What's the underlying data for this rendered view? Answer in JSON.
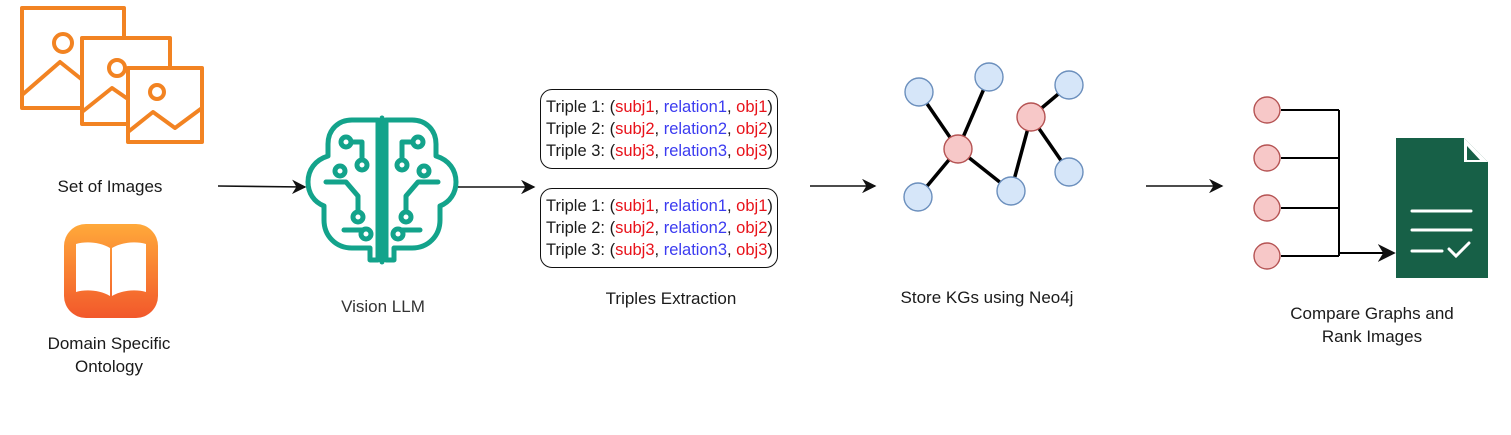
{
  "colors": {
    "accent_orange": "#f28322",
    "llm_teal": "#13a38b",
    "node_blue": "#d6e6f9",
    "node_red": "#f7c8c8",
    "doc_green": "#176047",
    "subj_obj_red": "#e8121a",
    "relation_blue": "#3b3bf0"
  },
  "steps": {
    "images": {
      "label": "Set of Images",
      "icon": "images-icon"
    },
    "ontology": {
      "label": "Domain Specific Ontology",
      "icon": "book-icon"
    },
    "llm": {
      "label": "Vision LLM",
      "icon": "brain-circuit-icon"
    },
    "triples": {
      "label": "Triples Extraction"
    },
    "kg": {
      "label": "Store KGs using Neo4j",
      "icon": "graph-icon"
    },
    "rank": {
      "label": "Compare Graphs and Rank Images",
      "icon": "document-check-icon"
    }
  },
  "triple_boxes": [
    {
      "rows": [
        {
          "prefix": "Triple 1: (",
          "subj": "subj1",
          "rel": "relation1",
          "obj": "obj1"
        },
        {
          "prefix": "Triple 2: (",
          "subj": "subj2",
          "rel": "relation2",
          "obj": "obj2"
        },
        {
          "prefix": "Triple 3: (",
          "subj": "subj3",
          "rel": "relation3",
          "obj": "obj3"
        }
      ]
    },
    {
      "rows": [
        {
          "prefix": "Triple 1: (",
          "subj": "subj1",
          "rel": "relation1",
          "obj": "obj1"
        },
        {
          "prefix": "Triple 2: (",
          "subj": "subj2",
          "rel": "relation2",
          "obj": "obj2"
        },
        {
          "prefix": "Triple 3: (",
          "subj": "subj3",
          "rel": "relation3",
          "obj": "obj3"
        }
      ]
    }
  ]
}
